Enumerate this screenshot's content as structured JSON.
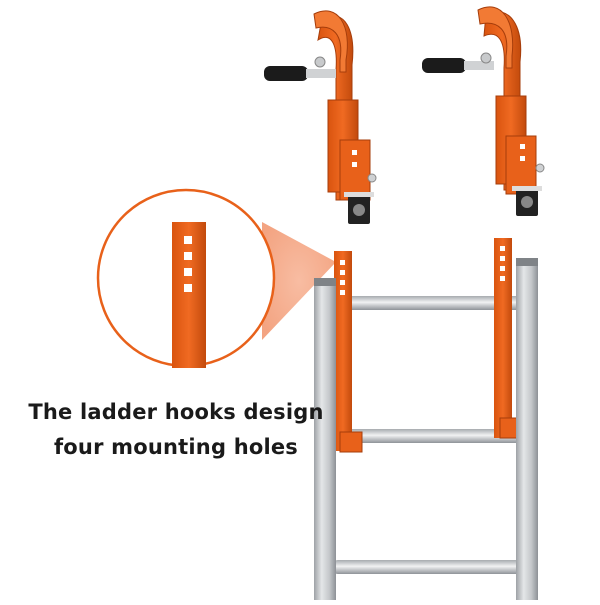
{
  "caption": {
    "line1": "The ladder hooks design",
    "line2": "four mounting holes"
  },
  "colors": {
    "hook_orange": "#e8611a",
    "hook_orange_dark": "#b9430e",
    "grip_black": "#1b1b1b",
    "rail_silver": "#c9cbcd",
    "rung_silver": "#d4d7da",
    "callout_bg": "#f4a98a"
  },
  "parts": {
    "hooks": [
      "left-hook",
      "right-hook"
    ],
    "mounting_holes_per_bracket": 4,
    "ladder_rungs": 3
  }
}
